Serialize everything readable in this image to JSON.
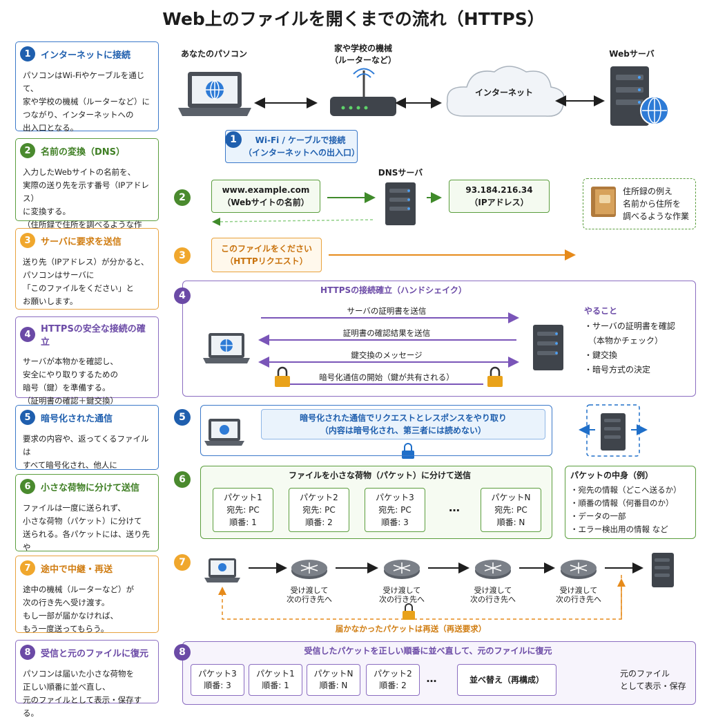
{
  "title": "Web上のファイルを開くまでの流れ（HTTPS）",
  "steps": [
    {
      "num": "1",
      "title": "インターネットに接続",
      "body": "パソコンはWi-Fiやケーブルを通じて、\n家や学校の機械（ルーターなど）に\nつながり、インターネットへの\n出入口となる。"
    },
    {
      "num": "2",
      "title": "名前の変換（DNS）",
      "body": "入力したWebサイトの名前を、\n実際の送り先を示す番号（IPアドレス）\nに変換する。\n（住所録で住所を調べるような作業）"
    },
    {
      "num": "3",
      "title": "サーバに要求を送信",
      "body": "送り先（IPアドレス）が分かると、\nパソコンはサーバに\n「このファイルをください」と\nお願いします。"
    },
    {
      "num": "4",
      "title": "HTTPSの安全な接続の確立",
      "body": "サーバが本物かを確認し、\n安全にやり取りするための\n暗号（鍵）を準備する。\n（証明書の確認＋鍵交換）"
    },
    {
      "num": "5",
      "title": "暗号化された通信",
      "body": "要求の内容や、返ってくるファイルは\nすべて暗号化され、他人に\n見られないように送受信される。"
    },
    {
      "num": "6",
      "title": "小さな荷物に分けて送信",
      "body": "ファイルは一度に送られず、\n小さな荷物（パケット）に分けて\n送られる。各パケットには、送り先や\n順番の情報が付いている。"
    },
    {
      "num": "7",
      "title": "途中で中継・再送",
      "body": "途中の機械（ルーターなど）が\n次の行き先へ受け渡す。\nもし一部が届かなければ、\nもう一度送ってもらう。"
    },
    {
      "num": "8",
      "title": "受信と元のファイルに復元",
      "body": "パソコンは届いた小さな荷物を\n正しい順番に並べ直し、\n元のファイルとして表示・保存する。"
    }
  ],
  "row1": {
    "pc_label": "あなたのパソコン",
    "router_label": "家や学校の機械\n（ルーターなど）",
    "cloud_label": "インターネット",
    "server_label": "Webサーバ",
    "badge_num": "1",
    "badge_text": "Wi-Fi / ケーブルで接続\n（インターネットへの出入口）"
  },
  "row2": {
    "num": "2",
    "dns_label": "DNSサーバ",
    "name_box": "www.example.com\n（Webサイトの名前）",
    "ip_box": "93.184.216.34\n（IPアドレス）",
    "note": "住所録の例え\n名前から住所を\n調べるような作業"
  },
  "row3": {
    "num": "3",
    "request_box": "このファイルをください\n（HTTPリクエスト）"
  },
  "row4": {
    "num": "4",
    "title": "HTTPSの接続確立（ハンドシェイク）",
    "arrows": [
      "サーバの証明書を送信",
      "証明書の確認結果を送信",
      "鍵交換のメッセージ",
      "暗号化通信の開始（鍵が共有される）"
    ],
    "todo_title": "やること",
    "todo": [
      "・サーバの証明書を確認",
      "　（本物かチェック）",
      "・鍵交換",
      "・暗号方式の決定"
    ]
  },
  "row5": {
    "num": "5",
    "text": "暗号化された通信でリクエストとレスポンスをやり取り\n（内容は暗号化され、第三者には読めない）"
  },
  "row6": {
    "num": "6",
    "title": "ファイルを小さな荷物（パケット）に分けて送信",
    "packets": [
      {
        "name": "パケット1",
        "dest": "宛先: PC",
        "order": "順番: 1"
      },
      {
        "name": "パケット2",
        "dest": "宛先: PC",
        "order": "順番: 2"
      },
      {
        "name": "パケット3",
        "dest": "宛先: PC",
        "order": "順番: 3"
      },
      {
        "name": "パケットN",
        "dest": "宛先: PC",
        "order": "順番: N"
      }
    ],
    "ellipsis": "…",
    "contents_title": "パケットの中身（例）",
    "contents": [
      "・宛先の情報（どこへ送るか）",
      "・順番の情報（何番目のか）",
      "・データの一部",
      "・エラー検出用の情報 など"
    ]
  },
  "row7": {
    "num": "7",
    "relay": "受け渡して\n次の行き先へ",
    "resend": "届かなかったパケットは再送（再送要求）"
  },
  "row8": {
    "num": "8",
    "title": "受信したパケットを正しい順番に並べ直して、元のファイルに復元",
    "packets": [
      {
        "name": "パケット3",
        "order": "順番: 3"
      },
      {
        "name": "パケット1",
        "order": "順番: 1"
      },
      {
        "name": "パケットN",
        "order": "順番: N"
      },
      {
        "name": "パケット2",
        "order": "順番: 2"
      }
    ],
    "ellipsis": "…",
    "sort_box": "並べ替え（再構成）",
    "result": "元のファイル\nとして表示・保存"
  },
  "colors": {
    "blue": "#1f5fae",
    "green": "#4a8a2e",
    "orange": "#f0a72d",
    "purple": "#6b4aa6",
    "arrow_green": "#3f8a2a",
    "arrow_orange": "#e68a1a"
  }
}
